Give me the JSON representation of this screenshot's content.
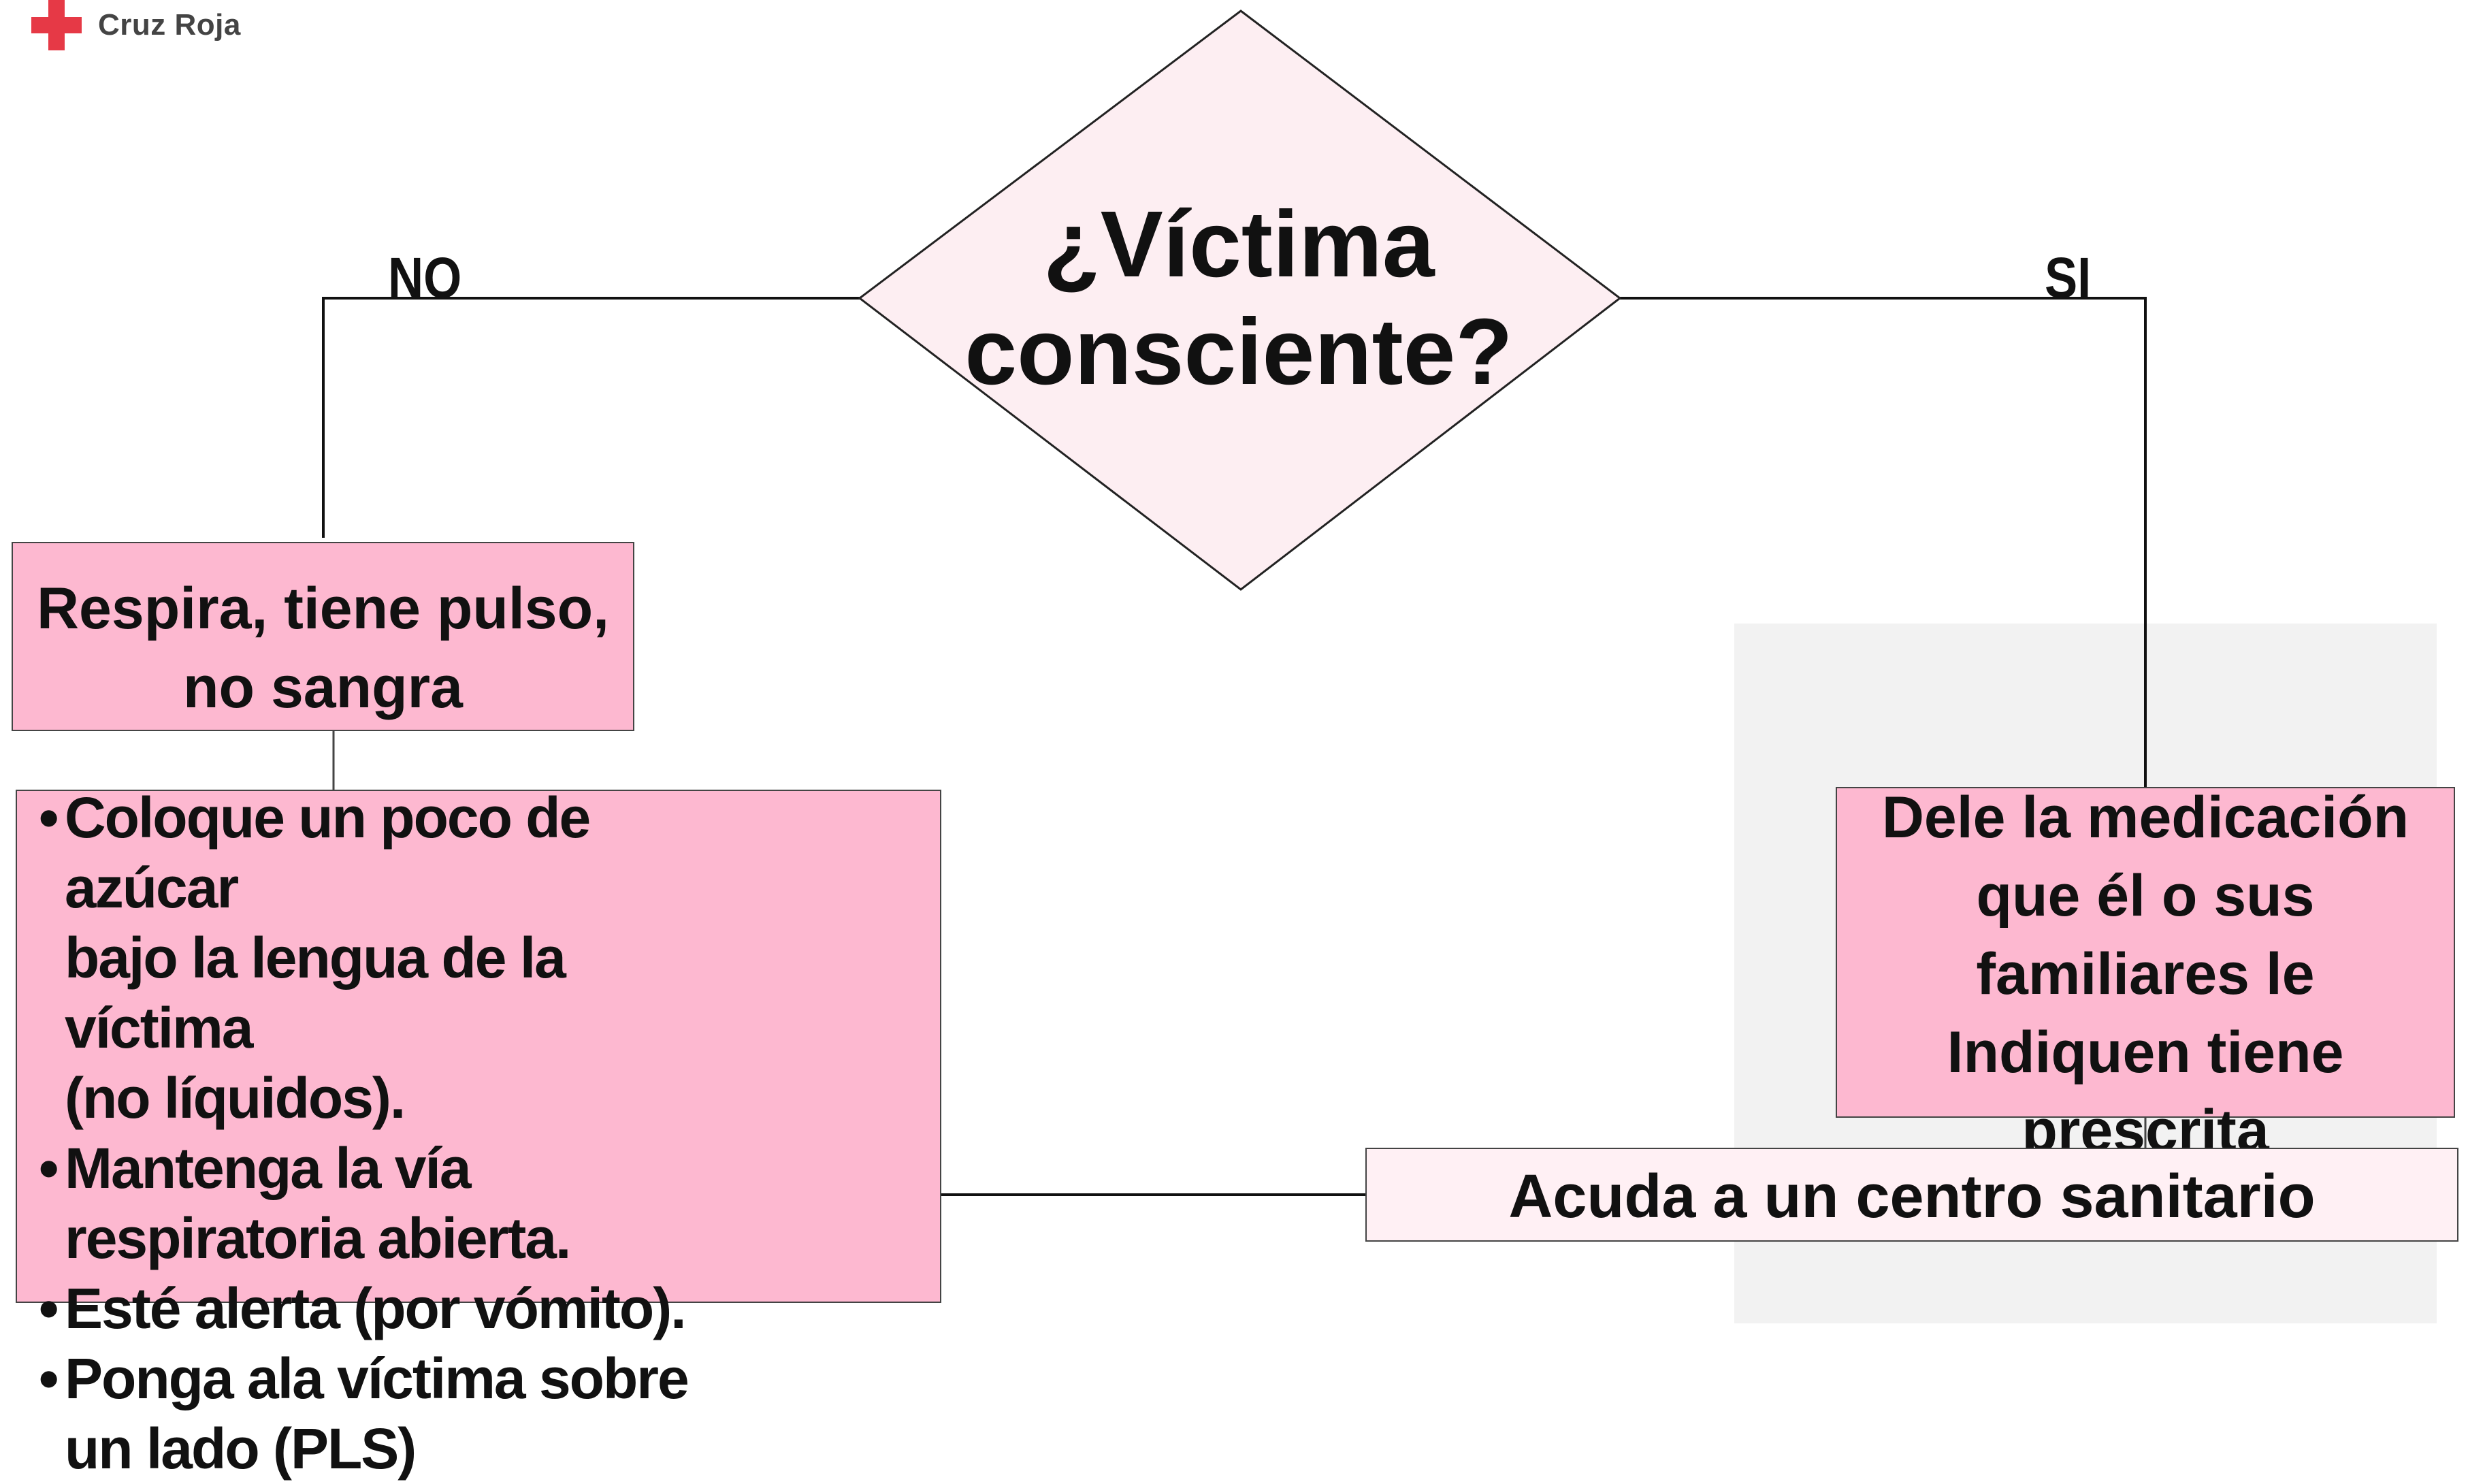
{
  "logo": {
    "icon": "red-cross-icon",
    "text": "Cruz Roja",
    "color": "#e63946"
  },
  "decision": {
    "question_line1": "¿Víctima",
    "question_line2": "consciente?",
    "fill": "#fdeef2"
  },
  "branches": {
    "no_label": "NO",
    "yes_label": "SI"
  },
  "no_branch": {
    "status_box": {
      "line1": "Respira, tiene pulso,",
      "line2": "no sangra"
    },
    "actions": [
      {
        "line1": "Coloque un poco de azúcar",
        "line2": "bajo la lengua de la víctima",
        "line3": "(no líquidos)."
      },
      {
        "line1": "Mantenga la vía",
        "line2": "respiratoria abierta."
      },
      {
        "line1": "Esté alerta (por vómito)."
      },
      {
        "line1": "Ponga ala víctima sobre",
        "line2": "un lado (PLS)"
      }
    ]
  },
  "yes_branch": {
    "medication_box": {
      "line1": "Dele la medicación",
      "line2": "que él o sus",
      "line3": "familiares le",
      "line4": "Indiquen tiene",
      "line5": "prescrita"
    },
    "final_box": "Acuda a un centro sanitario"
  },
  "colors": {
    "box_pink": "#fdb8d0",
    "box_light": "#fff0f4",
    "panel_grey": "#f2f2f2",
    "line": "#111111"
  }
}
